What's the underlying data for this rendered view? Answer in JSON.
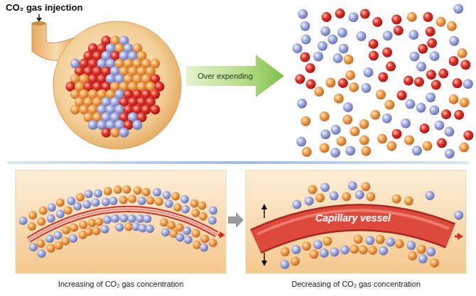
{
  "diagram": {
    "nodes": [
      {
        "text": [
          "Over expending"
        ]
      },
      {
        "text": [
          "Capillary vessel"
        ]
      }
    ],
    "labels": [
      "CO₂ gas injection",
      "Increasing of CO₂ gas concentration",
      "Decreasing of CO₂ gas concentration"
    ]
  }
}
